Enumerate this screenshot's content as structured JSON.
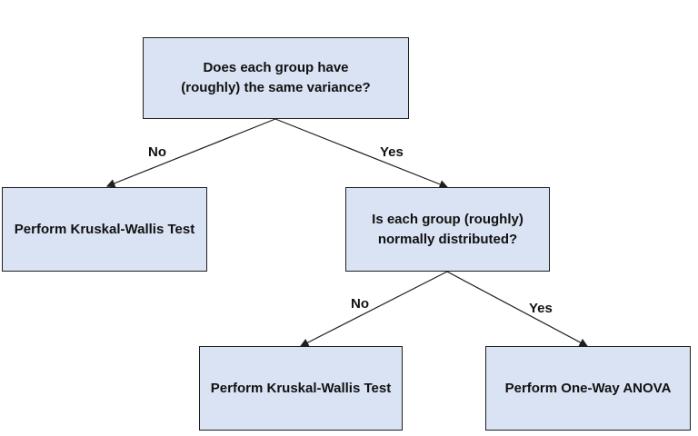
{
  "nodes": {
    "root": {
      "lines": [
        "Does each group have",
        "(roughly) the same variance?"
      ]
    },
    "left1": {
      "lines": [
        "Perform Kruskal-Wallis Test"
      ]
    },
    "mid": {
      "lines": [
        "Is each group (roughly)",
        "normally distributed?"
      ]
    },
    "left2": {
      "lines": [
        "Perform Kruskal-Wallis Test"
      ]
    },
    "right2": {
      "lines": [
        "Perform One-Way ANOVA"
      ]
    }
  },
  "edges": {
    "root_no": "No",
    "root_yes": "Yes",
    "mid_no": "No",
    "mid_yes": "Yes"
  },
  "colors": {
    "box_fill": "#dae3f3",
    "box_border": "#1f1f1f",
    "line": "#1f1f1f"
  }
}
